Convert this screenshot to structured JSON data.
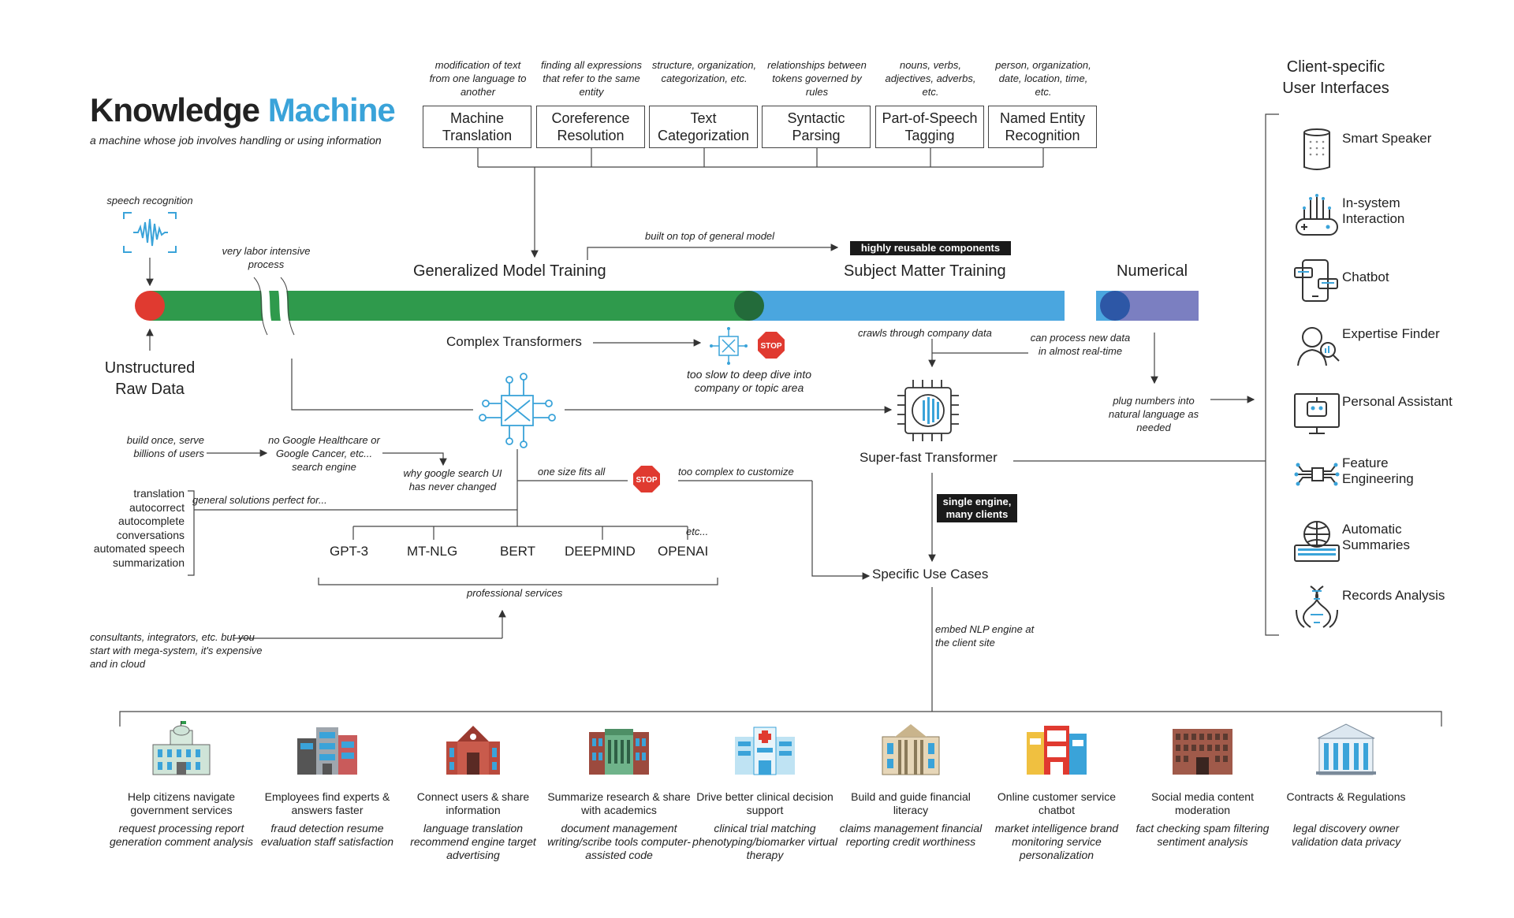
{
  "title": {
    "part1": "Knowledge",
    "part2": "Machine",
    "subtitle": "a machine whose job involves handling or using information"
  },
  "tasks": [
    {
      "desc": "modification of text from one language to another",
      "label": "Machine Translation"
    },
    {
      "desc": "finding all expressions that refer to the same entity",
      "label": "Coreference Resolution"
    },
    {
      "desc": "structure, organization, categorization, etc.",
      "label": "Text Categorization"
    },
    {
      "desc": "relationships between tokens governed by rules",
      "label": "Syntactic Parsing"
    },
    {
      "desc": "nouns, verbs, adjectives, adverbs, etc.",
      "label": "Part-of-Speech Tagging"
    },
    {
      "desc": "person, organization, date, location, time, etc.",
      "label": "Named Entity Recognition"
    }
  ],
  "pipeline": {
    "speech": "speech recognition",
    "labor": "very labor intensive process",
    "raw": "Unstructured Raw Data",
    "general": "Generalized Model Training",
    "built_on": "built on top of general model",
    "reusable": "highly reusable components",
    "subject": "Subject Matter Training",
    "numerical": "Numerical",
    "complex": "Complex Transformers",
    "too_slow": "too slow to deep dive into company or topic area",
    "crawls": "crawls through company data",
    "realtime": "can process new data in almost real-time",
    "plug": "plug numbers into natural language as needed",
    "superfast": "Super-fast Transformer",
    "single": "single engine, many clients",
    "specific": "Specific Use Cases",
    "embed": "embed NLP engine at the client site",
    "build_once": "build once, serve billions of users",
    "no_google": "no Google Healthcare or Google Cancer, etc... search engine",
    "why_google": "why google search UI has never changed",
    "one_size": "one size fits all",
    "too_complex": "too complex to customize",
    "general_solutions": "general solutions perfect for...",
    "uses_list": [
      "translation",
      "autocorrect",
      "autocomplete",
      "conversations",
      "automated speech",
      "summarization"
    ],
    "models": [
      "GPT-3",
      "MT-NLG",
      "BERT",
      "DEEPMIND",
      "OPENAI"
    ],
    "etc": "etc...",
    "professional": "professional services",
    "consultants": "consultants, integrators, etc. but you start with mega-system, it's expensive and in cloud",
    "stop": "STOP"
  },
  "client_ui": {
    "title": "Client-specific User Interfaces",
    "items": [
      {
        "label": "Smart Speaker",
        "icon": "smart-speaker-icon"
      },
      {
        "label": "In-system Interaction",
        "icon": "gamepad-icon"
      },
      {
        "label": "Chatbot",
        "icon": "chatbot-icon"
      },
      {
        "label": "Expertise Finder",
        "icon": "expertise-icon"
      },
      {
        "label": "Personal Assistant",
        "icon": "robot-icon"
      },
      {
        "label": "Feature Engineering",
        "icon": "network-icon"
      },
      {
        "label": "Automatic Summaries",
        "icon": "keyboard-icon"
      },
      {
        "label": "Records Analysis",
        "icon": "dna-icon"
      }
    ]
  },
  "use_cases": [
    {
      "title": "Help citizens navigate government services",
      "items": "request processing report generation comment analysis"
    },
    {
      "title": "Employees find experts & answers faster",
      "items": "fraud detection resume evaluation staff satisfaction"
    },
    {
      "title": "Connect users & share information",
      "items": "language translation recommend engine target advertising"
    },
    {
      "title": "Summarize research & share with academics",
      "items": "document management writing/scribe tools computer-assisted code"
    },
    {
      "title": "Drive better clinical decision support",
      "items": "clinical trial matching phenotyping/biomarker virtual therapy"
    },
    {
      "title": "Build and guide financial literacy",
      "items": "claims management financial reporting credit worthiness"
    },
    {
      "title": "Online customer service chatbot",
      "items": "market intelligence brand monitoring service personalization"
    },
    {
      "title": "Social media content moderation",
      "items": "fact checking spam filtering sentiment analysis"
    },
    {
      "title": "Contracts & Regulations",
      "items": "legal discovery owner validation data privacy"
    }
  ],
  "colors": {
    "accent": "#3aa3d9",
    "green": "#2f9a4c",
    "blue": "#4aa6df",
    "purple": "#7b7fc1",
    "red": "#e03a30",
    "dark_green": "#236b3a",
    "dark_blue": "#2d57a6"
  }
}
